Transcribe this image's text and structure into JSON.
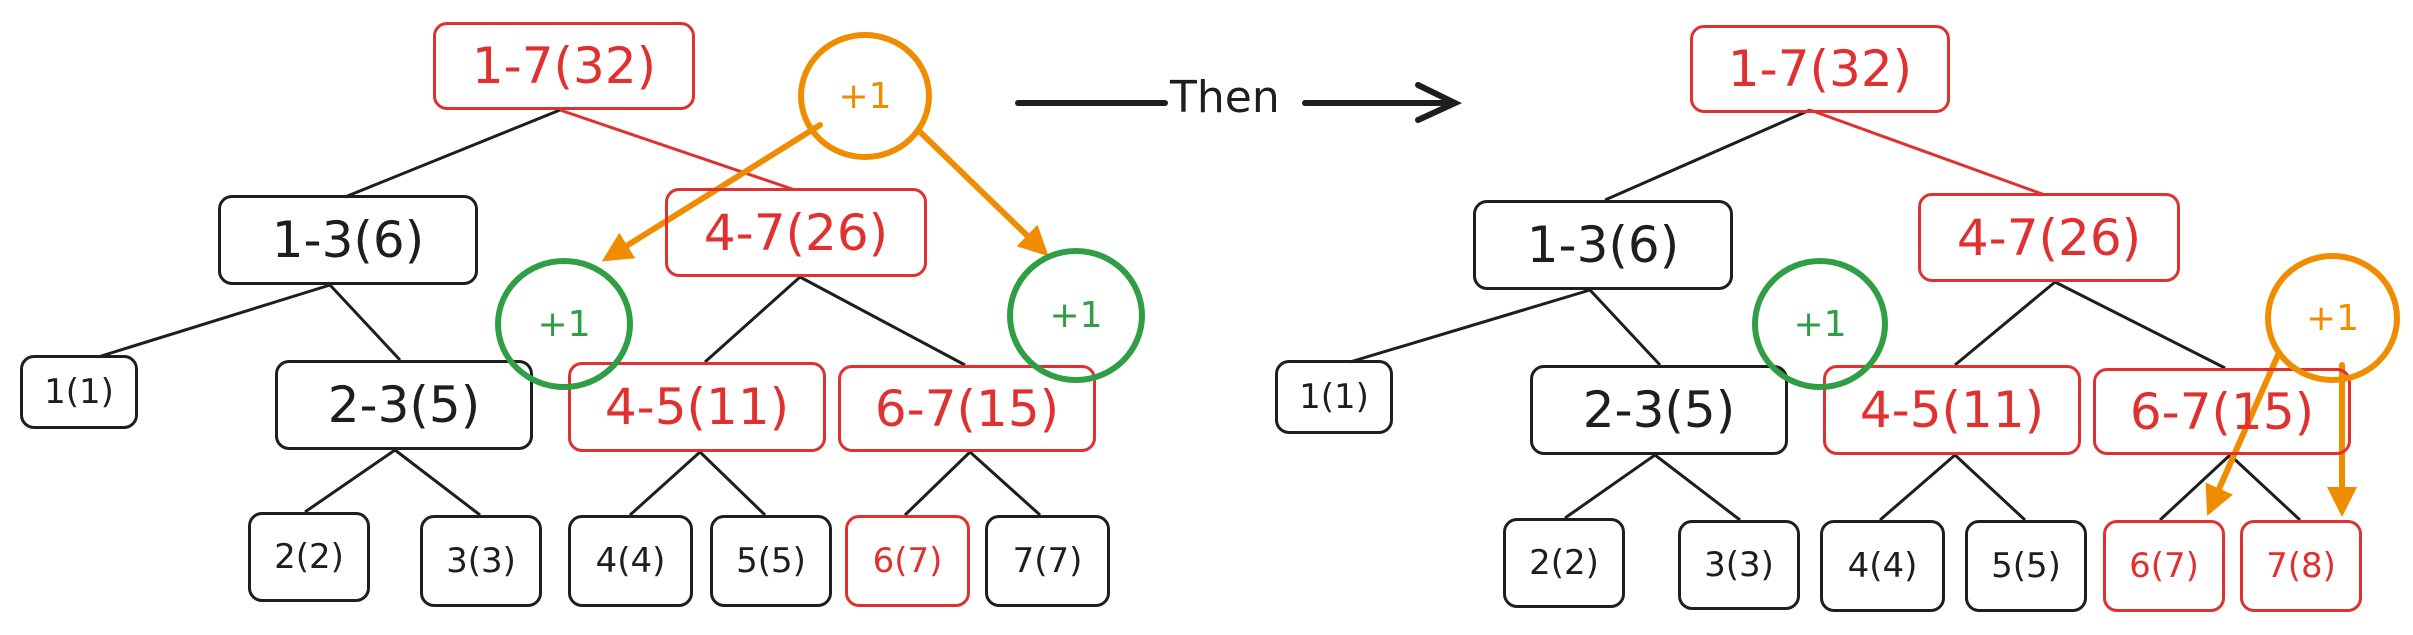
{
  "colors": {
    "black": "#1e1e1e",
    "red": "#e03131",
    "green": "#2f9e44",
    "orange": "#f08c00"
  },
  "arrow_label": "Then",
  "left_tree": {
    "root": "1-7(32)",
    "n_1_3": "1-3(6)",
    "n_4_7": "4-7(26)",
    "n_1": "1(1)",
    "n_2_3": "2-3(5)",
    "n_4_5": "4-5(11)",
    "n_6_7": "6-7(15)",
    "n_2": "2(2)",
    "n_3": "3(3)",
    "n_4": "4(4)",
    "n_5": "5(5)",
    "n_6": "6(7)",
    "n_7": "7(7)",
    "lazy_orange": "+1",
    "lazy_green_a": "+1",
    "lazy_green_b": "+1"
  },
  "right_tree": {
    "root": "1-7(32)",
    "n_1_3": "1-3(6)",
    "n_4_7": "4-7(26)",
    "n_1": "1(1)",
    "n_2_3": "2-3(5)",
    "n_4_5": "4-5(11)",
    "n_6_7": "6-7(15)",
    "n_2": "2(2)",
    "n_3": "3(3)",
    "n_4": "4(4)",
    "n_5": "5(5)",
    "n_6": "6(7)",
    "n_7": "7(8)",
    "lazy_green": "+1",
    "lazy_orange": "+1"
  }
}
